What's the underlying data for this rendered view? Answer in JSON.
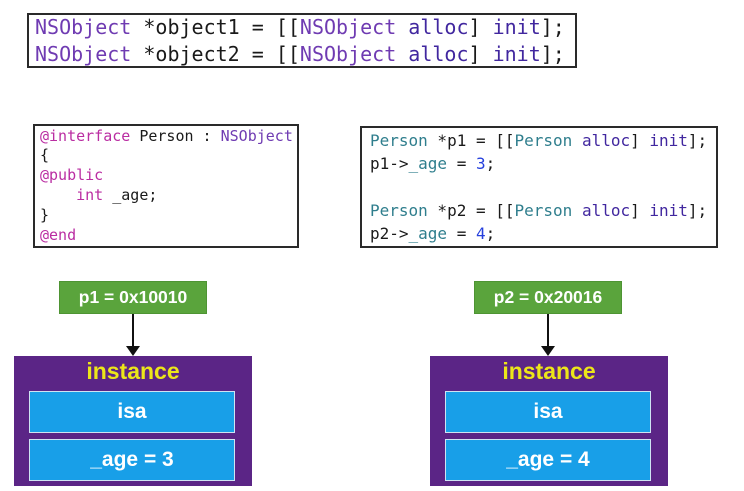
{
  "colors": {
    "code-purple": "#6f3bb2",
    "code-indigo": "#41279f",
    "code-teal": "#2f7e8d",
    "code-magenta": "#ba2da2",
    "code-number": "#2640dd",
    "code-plain": "#1a1a1a",
    "box-border": "#2a2a2a",
    "green": "#5aa43c",
    "green-border": "#4e9433",
    "purple-box": "#5b2586",
    "blue-row": "#189fe8",
    "yellow-text": "#ece619",
    "arrow": "#111111"
  },
  "code_top": {
    "lines": [
      [
        {
          "t": "NSObject",
          "c": "purple"
        },
        {
          "t": " *object1 = [[",
          "c": "plain"
        },
        {
          "t": "NSObject",
          "c": "purple"
        },
        {
          "t": " ",
          "c": "plain"
        },
        {
          "t": "alloc",
          "c": "indigo"
        },
        {
          "t": "] ",
          "c": "plain"
        },
        {
          "t": "init",
          "c": "indigo"
        },
        {
          "t": "];",
          "c": "plain"
        }
      ],
      [
        {
          "t": "NSObject",
          "c": "purple"
        },
        {
          "t": " *object2 = [[",
          "c": "plain"
        },
        {
          "t": "NSObject",
          "c": "purple"
        },
        {
          "t": " ",
          "c": "plain"
        },
        {
          "t": "alloc",
          "c": "indigo"
        },
        {
          "t": "] ",
          "c": "plain"
        },
        {
          "t": "init",
          "c": "indigo"
        },
        {
          "t": "];",
          "c": "plain"
        }
      ]
    ]
  },
  "code_interface": {
    "lines": [
      [
        {
          "t": "@interface",
          "c": "magenta"
        },
        {
          "t": " Person : ",
          "c": "plain"
        },
        {
          "t": "NSObject",
          "c": "purple"
        }
      ],
      [
        {
          "t": "{",
          "c": "plain"
        }
      ],
      [
        {
          "t": "@public",
          "c": "magenta"
        }
      ],
      [
        {
          "t": "    ",
          "c": "plain"
        },
        {
          "t": "int",
          "c": "magenta"
        },
        {
          "t": " _age;",
          "c": "plain"
        }
      ],
      [
        {
          "t": "}",
          "c": "plain"
        }
      ],
      [
        {
          "t": "@end",
          "c": "magenta"
        }
      ]
    ]
  },
  "code_usage": {
    "lines": [
      [
        {
          "t": "Person",
          "c": "teal"
        },
        {
          "t": " *p1 = [[",
          "c": "plain"
        },
        {
          "t": "Person",
          "c": "teal"
        },
        {
          "t": " ",
          "c": "plain"
        },
        {
          "t": "alloc",
          "c": "indigo"
        },
        {
          "t": "] ",
          "c": "plain"
        },
        {
          "t": "init",
          "c": "indigo"
        },
        {
          "t": "];",
          "c": "plain"
        }
      ],
      [
        {
          "t": "p1->",
          "c": "plain"
        },
        {
          "t": "_age",
          "c": "teal"
        },
        {
          "t": " = ",
          "c": "plain"
        },
        {
          "t": "3",
          "c": "number"
        },
        {
          "t": ";",
          "c": "plain"
        }
      ],
      [],
      [
        {
          "t": "Person",
          "c": "teal"
        },
        {
          "t": " *p2 = [[",
          "c": "plain"
        },
        {
          "t": "Person",
          "c": "teal"
        },
        {
          "t": " ",
          "c": "plain"
        },
        {
          "t": "alloc",
          "c": "indigo"
        },
        {
          "t": "] ",
          "c": "plain"
        },
        {
          "t": "init",
          "c": "indigo"
        },
        {
          "t": "];",
          "c": "plain"
        }
      ],
      [
        {
          "t": "p2->",
          "c": "plain"
        },
        {
          "t": "_age",
          "c": "teal"
        },
        {
          "t": " = ",
          "c": "plain"
        },
        {
          "t": "4",
          "c": "number"
        },
        {
          "t": ";",
          "c": "plain"
        }
      ]
    ]
  },
  "diagram": {
    "left": {
      "pointer": "p1 = 0x10010",
      "title": "instance",
      "fields": [
        "isa",
        "_age = 3"
      ]
    },
    "right": {
      "pointer": "p2 = 0x20016",
      "title": "instance",
      "fields": [
        "isa",
        "_age = 4"
      ]
    }
  }
}
